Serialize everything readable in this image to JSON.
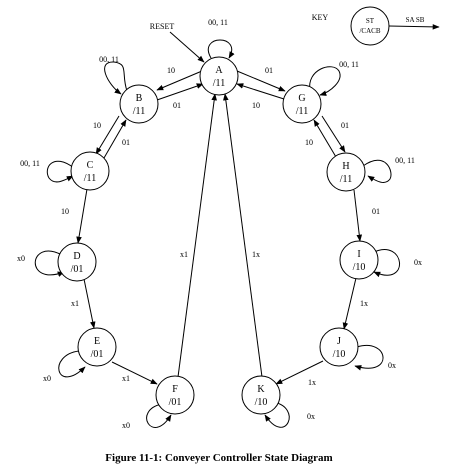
{
  "states": [
    {
      "id": "A",
      "output": "/11"
    },
    {
      "id": "B",
      "output": "/11"
    },
    {
      "id": "C",
      "output": "/11"
    },
    {
      "id": "D",
      "output": "/01"
    },
    {
      "id": "E",
      "output": "/01"
    },
    {
      "id": "F",
      "output": "/01"
    },
    {
      "id": "G",
      "output": "/11"
    },
    {
      "id": "H",
      "output": "/11"
    },
    {
      "id": "I",
      "output": "/10"
    },
    {
      "id": "J",
      "output": "/10"
    },
    {
      "id": "K",
      "output": "/10"
    }
  ],
  "transitions": [
    {
      "from": "A",
      "to": "A",
      "label": "00, 11"
    },
    {
      "from": "A",
      "to": "B",
      "label": "10"
    },
    {
      "from": "B",
      "to": "A",
      "label": "01"
    },
    {
      "from": "A",
      "to": "G",
      "label": "01"
    },
    {
      "from": "G",
      "to": "A",
      "label": "10"
    },
    {
      "from": "B",
      "to": "B",
      "label": "00, 11"
    },
    {
      "from": "B",
      "to": "C",
      "label": "10"
    },
    {
      "from": "C",
      "to": "B",
      "label": "01"
    },
    {
      "from": "C",
      "to": "C",
      "label": "00, 11"
    },
    {
      "from": "C",
      "to": "D",
      "label": "10"
    },
    {
      "from": "D",
      "to": "D",
      "label": "x0"
    },
    {
      "from": "D",
      "to": "E",
      "label": "x1"
    },
    {
      "from": "E",
      "to": "E",
      "label": "x0"
    },
    {
      "from": "E",
      "to": "F",
      "label": "x1"
    },
    {
      "from": "F",
      "to": "F",
      "label": "x0"
    },
    {
      "from": "F",
      "to": "A",
      "label": "x1"
    },
    {
      "from": "G",
      "to": "G",
      "label": "00, 11"
    },
    {
      "from": "G",
      "to": "H",
      "label": "01"
    },
    {
      "from": "H",
      "to": "G",
      "label": "10"
    },
    {
      "from": "H",
      "to": "H",
      "label": "00, 11"
    },
    {
      "from": "H",
      "to": "I",
      "label": "01"
    },
    {
      "from": "I",
      "to": "I",
      "label": "0x"
    },
    {
      "from": "I",
      "to": "J",
      "label": "1x"
    },
    {
      "from": "J",
      "to": "J",
      "label": "0x"
    },
    {
      "from": "J",
      "to": "K",
      "label": "1x"
    },
    {
      "from": "K",
      "to": "K",
      "label": "0x"
    },
    {
      "from": "K",
      "to": "A",
      "label": "1x"
    }
  ],
  "reset_label": "RESET",
  "key": {
    "title": "KEY",
    "state_line": "ST",
    "output_line": "/CACB",
    "inputs_label": "SA SB"
  },
  "caption": "Figure 11-1:  Conveyer Controller State Diagram"
}
